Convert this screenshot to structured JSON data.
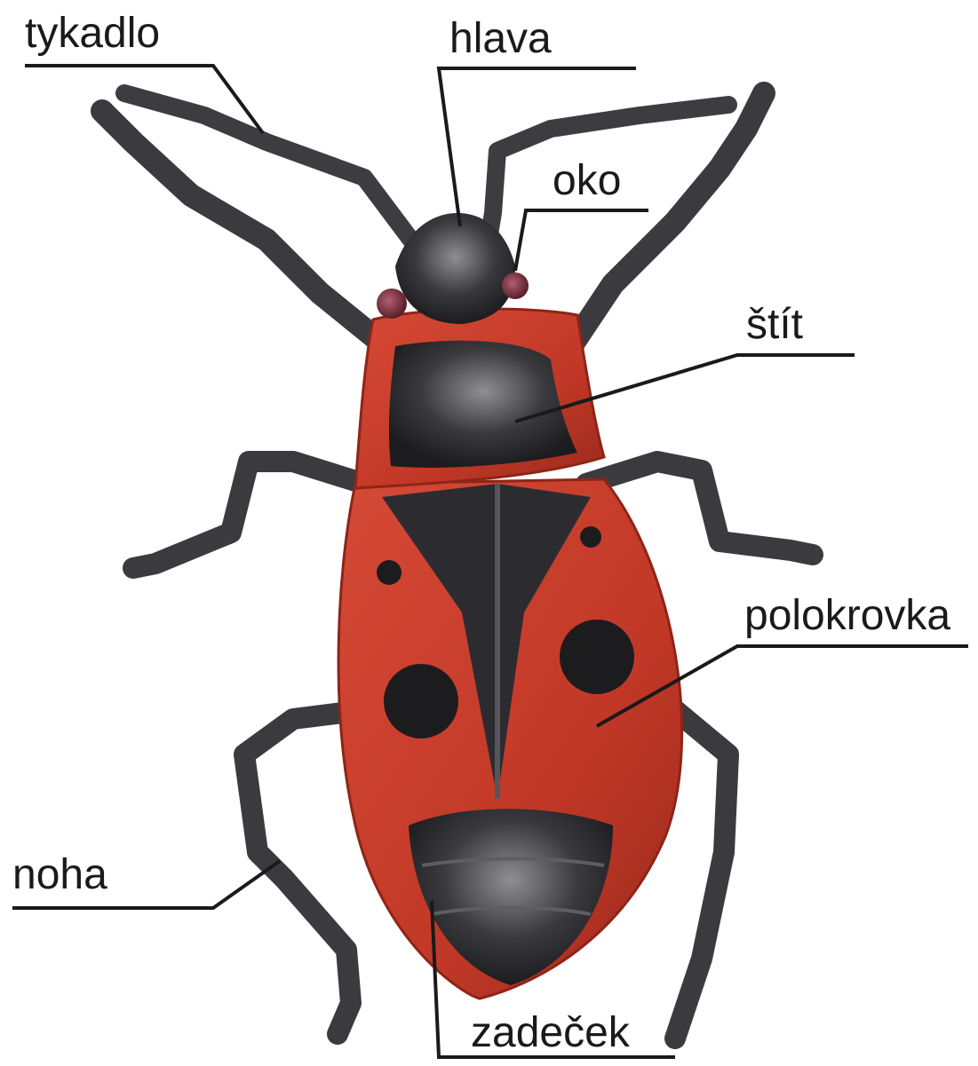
{
  "diagram": {
    "colors": {
      "body_red": "#c83a2a",
      "dark_red": "#8e2418",
      "black_part": "#2b2b2e",
      "leg": "#3a3a3d",
      "eye": "#7a2a35",
      "leader_line": "#1a1a1a"
    },
    "labels": {
      "tykadlo": "tykadlo",
      "hlava": "hlava",
      "oko": "oko",
      "stit": "štít",
      "polokrovka": "polokrovka",
      "noha": "noha",
      "zadecek": "zadeček"
    }
  }
}
